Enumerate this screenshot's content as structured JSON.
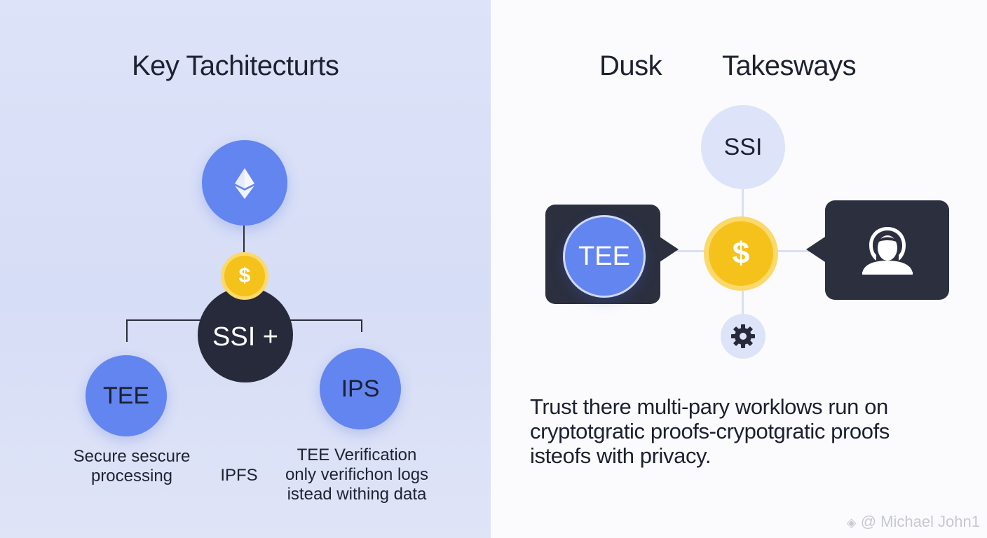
{
  "left_panel": {
    "title": "Key Tachitecturts",
    "top_node_icon": "ethereum-icon",
    "coin_symbol": "$",
    "center_node": "SSI +",
    "left_node": "TEE",
    "right_node": "IPS",
    "captions": {
      "left": [
        "Secure sescure",
        "processing"
      ],
      "middle": "IPFS",
      "right": [
        "TEE Verification",
        "only verifichon logs",
        "istead withing data"
      ]
    }
  },
  "right_panel": {
    "title_a": "Dusk",
    "title_b": "Takesways",
    "top_node": "SSI",
    "left_bubble_node": "TEE",
    "coin_symbol": "$",
    "right_bubble_icon": "user-avatar-icon",
    "bottom_node_icon": "gear-icon",
    "paragraph": [
      "Trust there multi-pary worklows run on",
      "cryptotgratic proofs-crypotgratic proofs",
      "isteofs with privacy."
    ]
  },
  "watermark": "@ Michael John1",
  "colors": {
    "blue": "#6385f0",
    "navy": "#262a3b",
    "gold": "#f5c21b",
    "lavender": "#dde3f8"
  }
}
